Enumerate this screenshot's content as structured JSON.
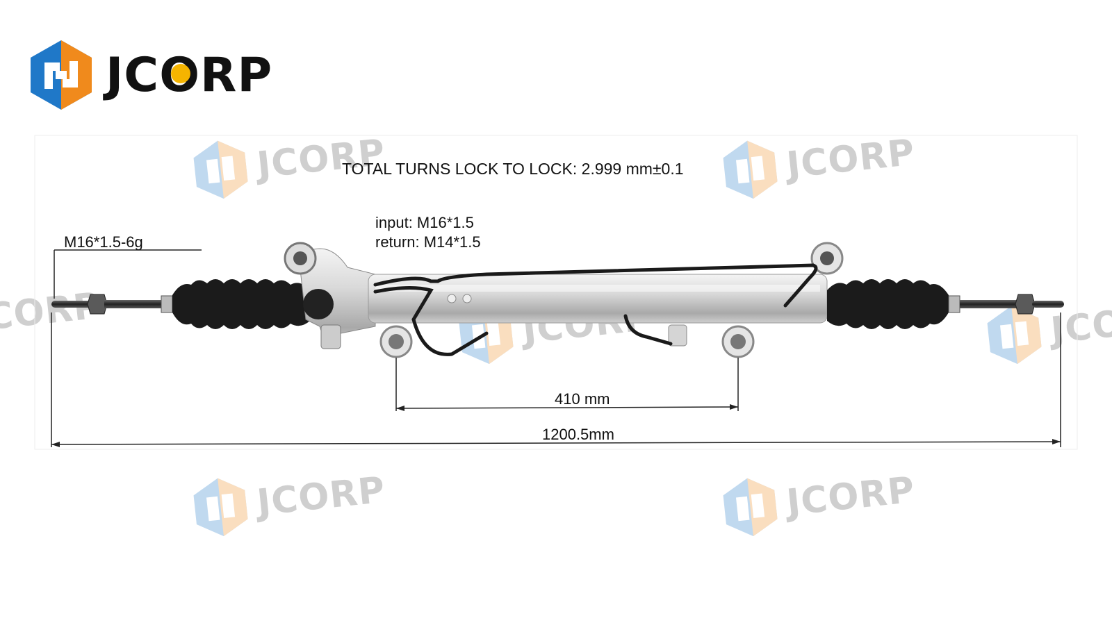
{
  "brand": {
    "name": "JCORP",
    "colors": {
      "blue": "#1f78c8",
      "orange": "#f08a1c",
      "yellow": "#f5b400",
      "text": "#111111"
    }
  },
  "diagram": {
    "title": "TOTAL TURNS LOCK TO LOCK: 2.999 mm±0.1",
    "thread_label": "M16*1.5-6g",
    "port_input": "input: M16*1.5",
    "port_return": "return: M14*1.5",
    "mount_distance": "410 mm",
    "overall_length": "1200.5mm"
  },
  "watermark": {
    "text": "JCORP"
  }
}
